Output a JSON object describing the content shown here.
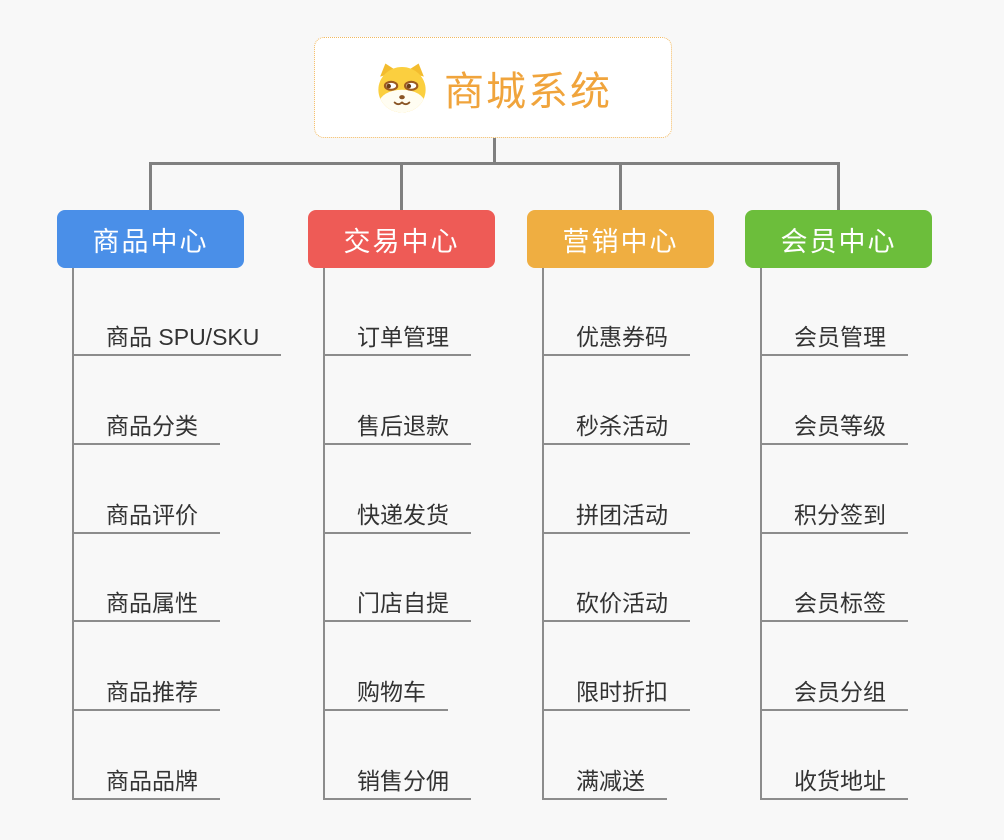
{
  "root": {
    "title": "商城系统",
    "icon": "shiba-dog-icon",
    "accent_color": "#F0A43C",
    "border_color": "#F2B95F"
  },
  "canvas": {
    "background_color": "#F8F8F8",
    "connector_color": "#808080",
    "child_line_color": "#8C8C8C",
    "child_text_color": "#333333"
  },
  "branches": [
    {
      "label": "商品中心",
      "color": "#4A8FE8",
      "children": [
        "商品 SPU/SKU",
        "商品分类",
        "商品评价",
        "商品属性",
        "商品推荐",
        "商品品牌"
      ]
    },
    {
      "label": "交易中心",
      "color": "#EE5B56",
      "children": [
        "订单管理",
        "售后退款",
        "快递发货",
        "门店自提",
        "购物车",
        "销售分佣"
      ]
    },
    {
      "label": "营销中心",
      "color": "#EFAE41",
      "children": [
        "优惠券码",
        "秒杀活动",
        "拼团活动",
        "砍价活动",
        "限时折扣",
        "满减送"
      ]
    },
    {
      "label": "会员中心",
      "color": "#6CBE3B",
      "children": [
        "会员管理",
        "会员等级",
        "积分签到",
        "会员标签",
        "会员分组",
        "收货地址"
      ]
    }
  ]
}
